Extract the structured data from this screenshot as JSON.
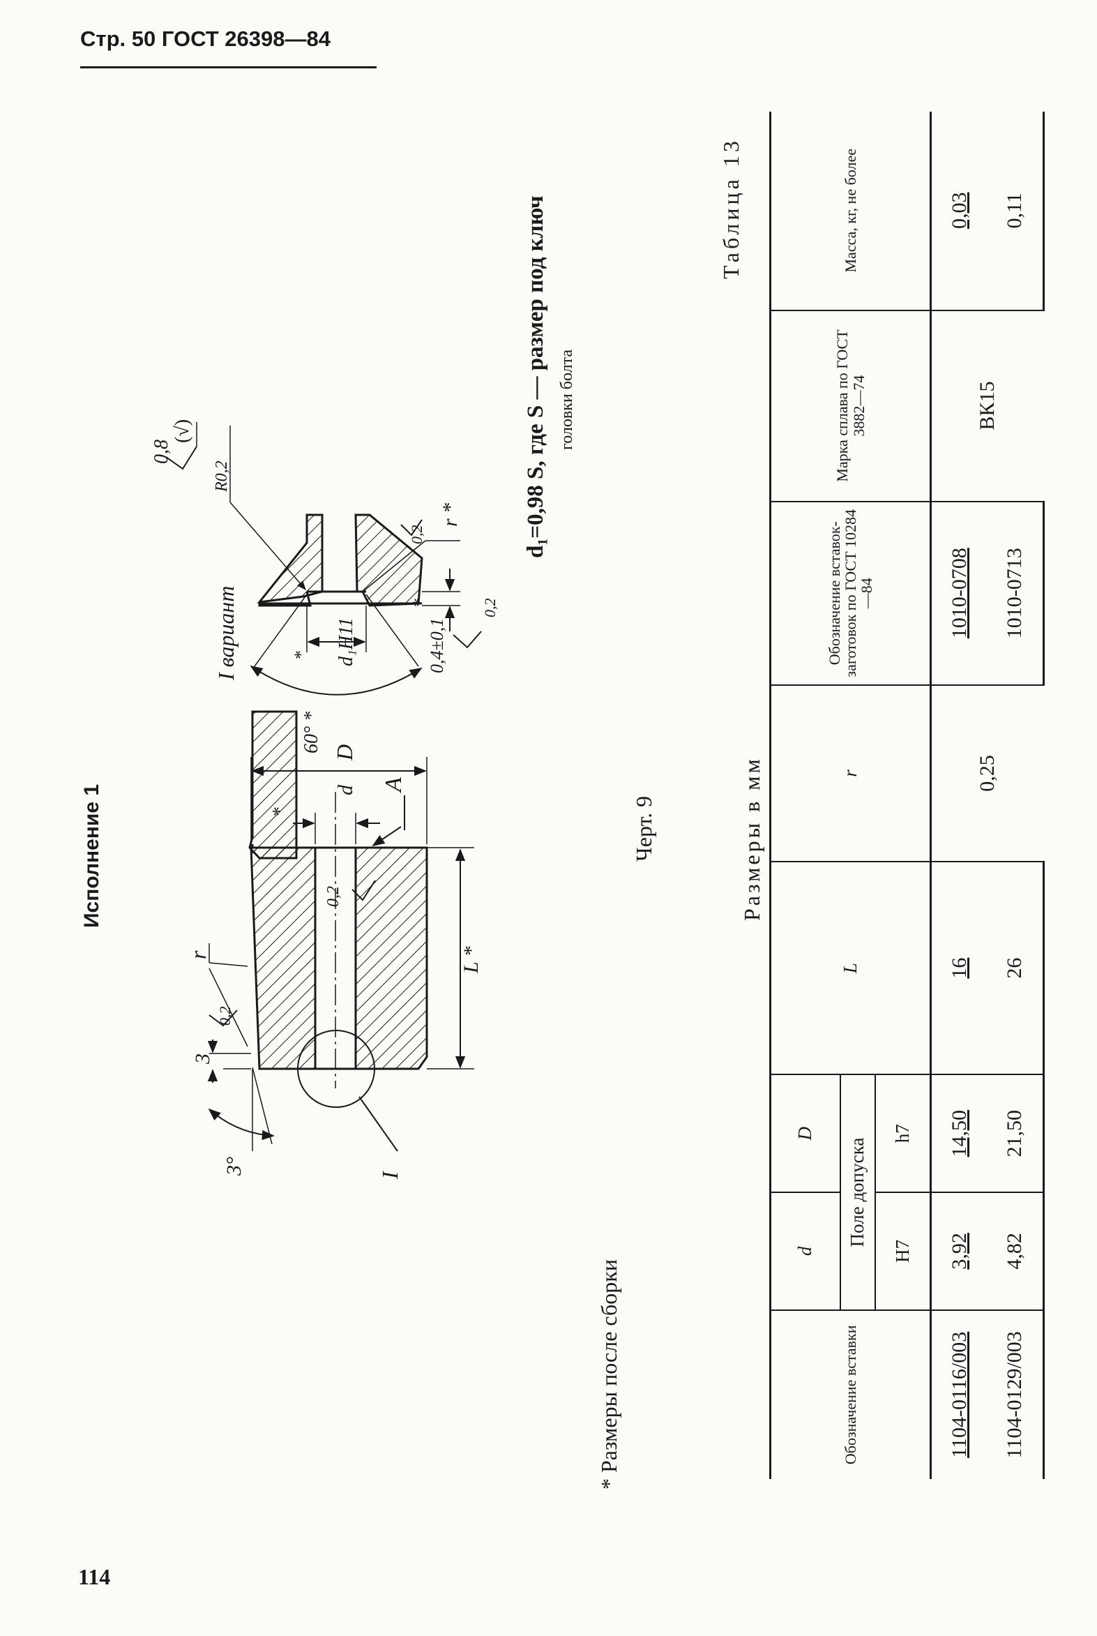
{
  "header": {
    "text": "Стр. 50 ГОСТ 26398—84"
  },
  "page_number": "114",
  "drawing": {
    "variant_title": "Исполнение 1",
    "caption": "Черт. 9",
    "detail_label": "I вариант",
    "labels": {
      "D": "D",
      "d": "d",
      "d_star": "*",
      "A": "A",
      "L": "L *",
      "r": "r",
      "three": "3",
      "three_deg": "3°",
      "I": "I",
      "r02_main": "0,2",
      "r_star": "r *",
      "angle": "60° *",
      "d1": "d₁H11",
      "d1_star": "*",
      "dim04": "0,4±0,1",
      "star2": "*",
      "r02_side": "0,2",
      "r02_right": "0,2",
      "surf": "0,8",
      "surf2": "(√)",
      "R02": "R0,2",
      "R02_val": "0,2"
    }
  },
  "formula": {
    "line1": "d₁=0,98 S, где S — размер под ключ",
    "line2": "головки болта"
  },
  "footnote": "* Размеры после сборки",
  "table": {
    "title": "Таблица 13",
    "units": "Размеры в мм",
    "headers": {
      "designation": "Обозначение вставки",
      "d": "d",
      "D": "D",
      "tolerance": "Поле допуска",
      "H7": "Н7",
      "h7": "h7",
      "L": "L",
      "r": "r",
      "blank": "Обозначение вставок-заготовок по ГОСТ 10284—84",
      "alloy": "Марка сплава по ГОСТ 3882—74",
      "mass": "Масса, кг, не более"
    },
    "rows": [
      {
        "designation": "1104-0116/003",
        "d": "3,92",
        "D": "14,50",
        "L": "16",
        "blank": "1010-0708",
        "mass": "0,03"
      },
      {
        "designation": "1104-0129/003",
        "d": "4,82",
        "D": "21,50",
        "L": "26",
        "blank": "1010-0713",
        "mass": "0,11"
      }
    ],
    "shared": {
      "r": "0,25",
      "alloy": "ВК15"
    }
  }
}
